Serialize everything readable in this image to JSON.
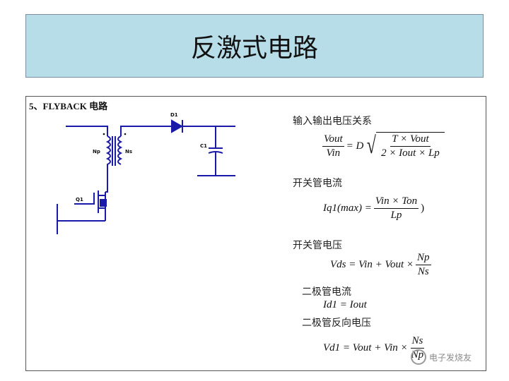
{
  "slide": {
    "title": "反激式电路"
  },
  "panel": {
    "heading": "5、FLYBACK 电路"
  },
  "circuit": {
    "labels": {
      "d1": "D1",
      "c1": "C1",
      "np": "Np",
      "ns": "Ns",
      "q1": "Q1"
    }
  },
  "formulas": {
    "io_relation": {
      "label": "输入输出电压关系",
      "lhs_num": "Vout",
      "lhs_den": "Vin",
      "eq_mid": "= D",
      "rad_num": "T × Vout",
      "rad_den": "2 × Iout × Lp"
    },
    "switch_current": {
      "label": "开关管电流",
      "lhs": "Iq1(max) =",
      "num": "Vin × Ton",
      "den": "Lp",
      "tail": ")"
    },
    "switch_voltage": {
      "label": "开关管电压",
      "lhs": "Vds = Vin + Vout ×",
      "num": "Np",
      "den": "Ns"
    },
    "diode_current": {
      "label": "二极管电流",
      "expr": "Id1 = Iout"
    },
    "diode_reverse_voltage": {
      "label": "二极管反向电压",
      "lhs": "Vd1 = Vout + Vin ×",
      "num": "Ns",
      "den": "Np"
    }
  },
  "watermark": {
    "text": "电子发烧友"
  }
}
